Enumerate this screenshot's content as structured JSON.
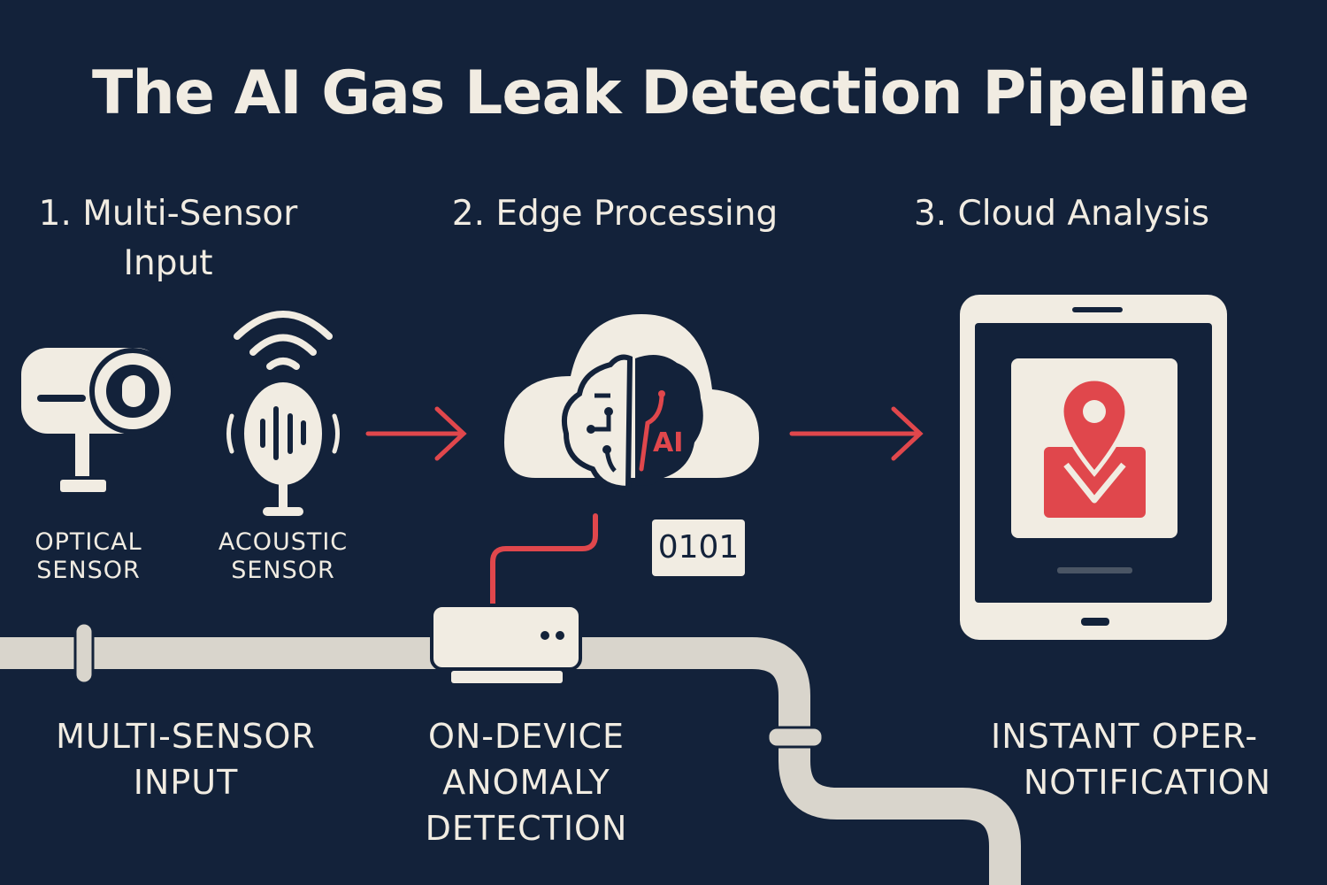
{
  "title": "The AI Gas Leak Detection Pipeline",
  "steps": [
    "1. Multi-Sensor Input",
    "2. Edge Processing",
    "3. Cloud Analysis"
  ],
  "step1_lines": [
    "1. Multi-Sensor",
    "Input"
  ],
  "sensors": {
    "optical": [
      "OPTICAL",
      "SENSOR"
    ],
    "acoustic": [
      "ACOUSTIC",
      "SENSOR"
    ]
  },
  "ai_badge": "AI",
  "binary_code": "0101",
  "bottom_labels": {
    "input": [
      "MULTI-SENSOR",
      "INPUT"
    ],
    "edge": [
      "ON-DEVICE",
      "ANOMALY",
      "DETECTION"
    ],
    "notify": [
      "INSTANT OPER-",
      "NOTIFICATION"
    ]
  },
  "colors": {
    "background": "#13223a",
    "cream": "#f1ece2",
    "accent": "#e0474c"
  }
}
